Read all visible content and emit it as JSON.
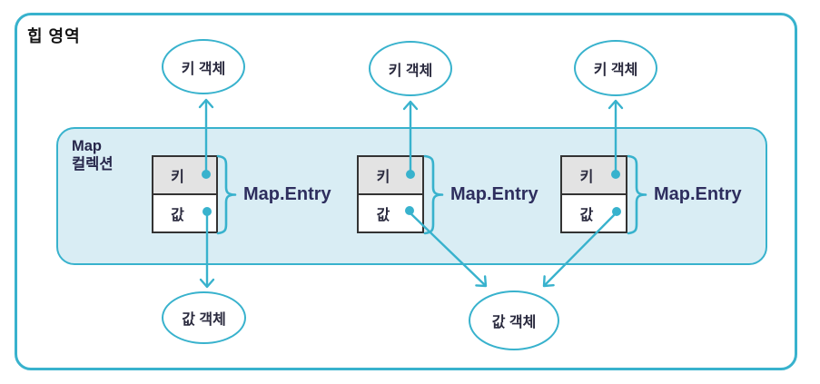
{
  "heap": {
    "label": "힙 영역"
  },
  "map_collection": {
    "label_line1": "Map",
    "label_line2": "컬렉션"
  },
  "entries": [
    {
      "key": "키",
      "value": "값",
      "label": "Map.Entry"
    },
    {
      "key": "키",
      "value": "값",
      "label": "Map.Entry"
    },
    {
      "key": "키",
      "value": "값",
      "label": "Map.Entry"
    }
  ],
  "key_objects": [
    {
      "label": "키 객체"
    },
    {
      "label": "키 객체"
    },
    {
      "label": "키 객체"
    }
  ],
  "value_objects": [
    {
      "label": "값 객체"
    },
    {
      "label": "값 객체"
    }
  ],
  "colors": {
    "accent": "#38b2cd",
    "map_box_fill": "#d9edf4",
    "key_cell_fill": "#e3e3e3",
    "table_border": "#333333",
    "entry_text": "#2e2e5e",
    "heading_text": "#151515"
  }
}
